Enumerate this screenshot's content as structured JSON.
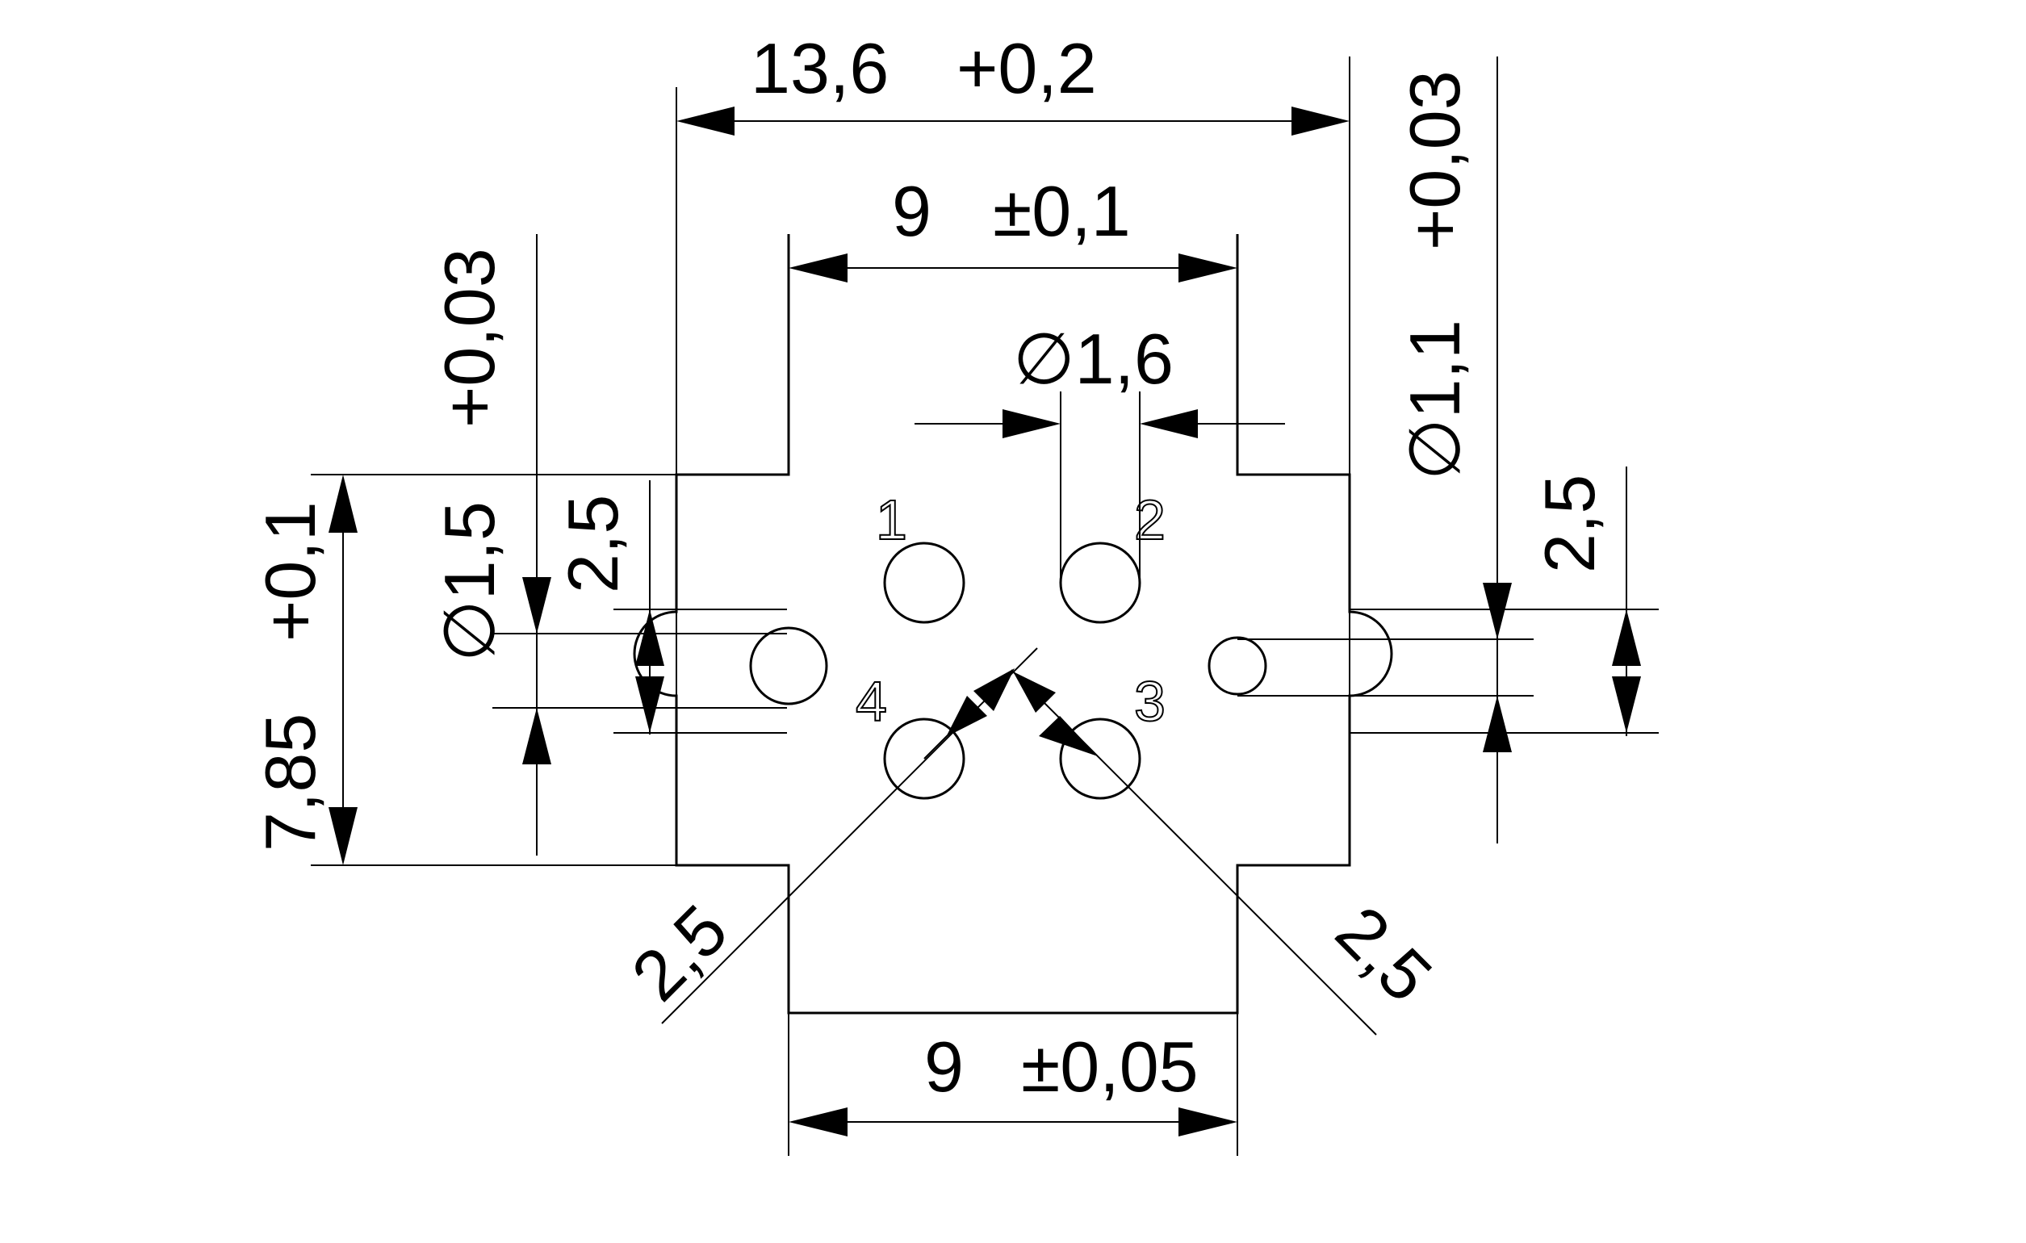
{
  "dimensions": {
    "overall_width": "13,6",
    "overall_width_tol": "+0,2",
    "center_width": "9",
    "center_width_tol": "±0,1",
    "pin_hole_dia": "∅1,6",
    "left_hole_dia": "∅1,5",
    "left_hole_dia_tol": "+0,03",
    "right_hole_dia": "∅1,1",
    "right_hole_dia_tol": "+0,03",
    "left_pitch": "2,5",
    "right_pitch": "2,5",
    "height": "7,85",
    "height_tol": "+0,1",
    "diag_left": "2,5",
    "diag_right": "2,5",
    "bottom_width": "9",
    "bottom_width_tol": "±0,05"
  },
  "pins": {
    "p1": "1",
    "p2": "2",
    "p3": "3",
    "p4": "4"
  },
  "colors": {
    "line": "#000000",
    "background": "#ffffff"
  }
}
